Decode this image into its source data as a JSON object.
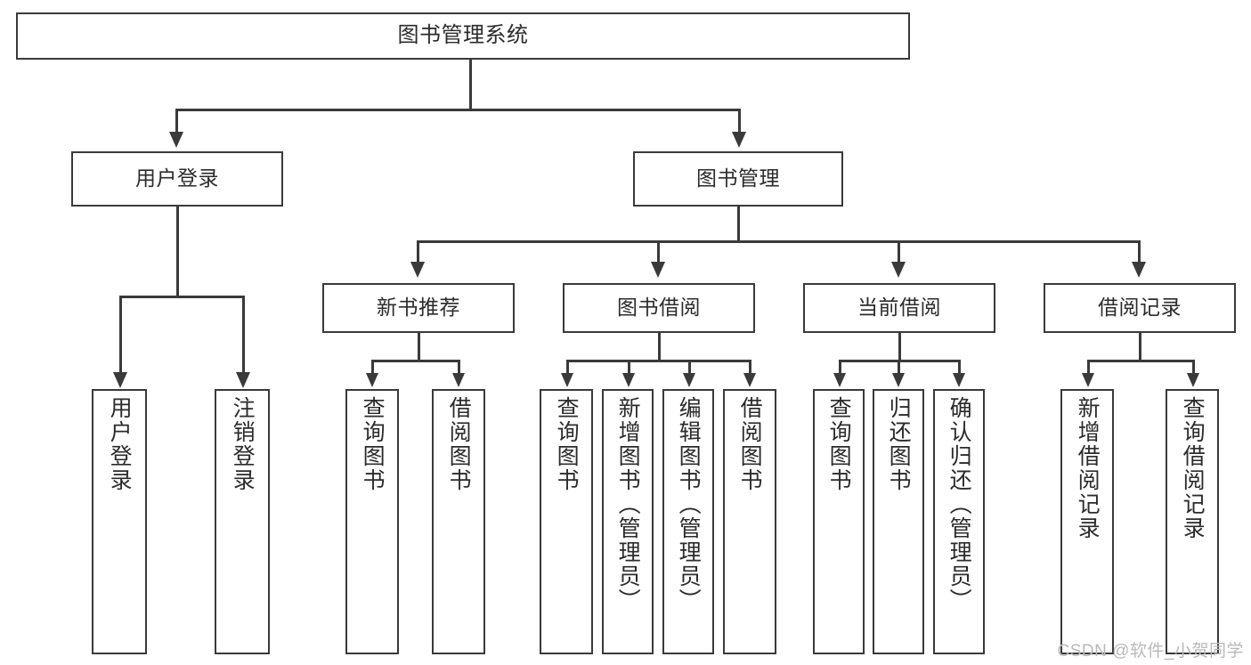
{
  "diagram": {
    "type": "tree",
    "title": "图书管理系统",
    "root": {
      "label": "图书管理系统"
    },
    "level2": [
      {
        "label": "用户登录"
      },
      {
        "label": "图书管理"
      }
    ],
    "level3": [
      {
        "label": "新书推荐"
      },
      {
        "label": "图书借阅"
      },
      {
        "label": "当前借阅"
      },
      {
        "label": "借阅记录"
      }
    ],
    "leaves": {
      "user_login": [
        {
          "label": "用户登录"
        },
        {
          "label": "注销登录"
        }
      ],
      "new_book": [
        {
          "label": "查询图书"
        },
        {
          "label": "借阅图书"
        }
      ],
      "book_borrow": [
        {
          "label": "查询图书"
        },
        {
          "label": "新增图书（管理员）"
        },
        {
          "label": "编辑图书（管理员）"
        },
        {
          "label": "借阅图书"
        }
      ],
      "current_borrow": [
        {
          "label": "查询图书"
        },
        {
          "label": "归还图书"
        },
        {
          "label": "确认归还（管理员）"
        }
      ],
      "borrow_record": [
        {
          "label": "新增借阅记录"
        },
        {
          "label": "查询借阅记录"
        }
      ]
    }
  },
  "watermark": {
    "text": "CSDN @软件_小贺同学"
  },
  "colors": {
    "stroke": "#3a3a3a",
    "background": "#ffffff",
    "text": "#2b2b2b",
    "watermark": "#b9b9b9"
  }
}
